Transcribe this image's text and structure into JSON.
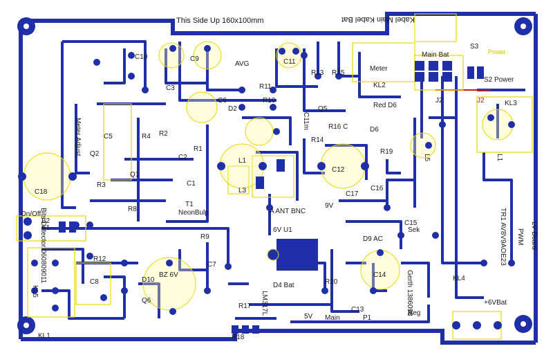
{
  "board": {
    "title": "This Side Up 160x100mm",
    "top_right": "Kabel Main Kabel Bat",
    "left_title": "Bits Detector 060809011",
    "meter_label": "Meter Adjust",
    "tr1_label": "TR1 AV8V9AOE23",
    "pwm_label": "PWM",
    "lv_label": "LV Board",
    "gerth_label": "Gerth 1386098",
    "kl4_label": "KL4",
    "u1_label": "LM317L",
    "kl1_label": "KL1",
    "r18_label": "R18",
    "onoff_label": "On/Off",
    "t1_label": "T1",
    "neon_label": "NeonBulp",
    "ant_label": "A ANT BNC",
    "main_bat_label": "Main Bat",
    "s3_label": "S3",
    "power_top": "Power",
    "s2_power": "S2 Power",
    "meter_label_kl2": "Meter",
    "kl2_label": "KL2",
    "red_label": "Red D6",
    "j2_label": "J2",
    "l1_label": "L1",
    "l5_label": "L5",
    "kl3_label": "KL3",
    "bat6v_label": "+6VBat",
    "sek_label": "Sek",
    "c10_label": "C10",
    "c9_label": "C9",
    "c11_label": "C11",
    "avg_label": "AVG",
    "c6_label": "C6",
    "c3_label": "C3",
    "c18_label": "C18",
    "c12_label": "C12",
    "bz_label": "BZ 6V",
    "c13_label": "C13",
    "c14_label": "C14",
    "c17_label": "C17",
    "c16_label": "C16",
    "c15_label": "C15",
    "v9_label": "9V",
    "u1_volt_label": "6V U1",
    "c8_label": "C8",
    "d10_label": "D10",
    "q6_label": "Q6",
    "kl5_label": "KL5",
    "s1_label": "S1",
    "b2_label": "B2",
    "l1b_label": "L1",
    "l3_label": "L3",
    "r1_label": "R1",
    "r2_label": "R2",
    "r13_label": "R13",
    "r15_label": "R15",
    "r11_label": "R11",
    "r10_label": "R10",
    "d2_label": "D2",
    "r16_label": "R16 C",
    "r19_label": "R19",
    "c11m_label": "C11m",
    "r14_label": "R14",
    "q5_label": "Q5",
    "d6_label": "D6",
    "d4_label": "D4 Bat",
    "r20_label": "R20",
    "d9_label": "D9 AC",
    "reg_label": "Reg",
    "v5_label": "5V",
    "q2_label": "Q2",
    "r3_label": "R3",
    "r8_label": "R8",
    "q1_label": "Q1",
    "r4_label": "R4",
    "c5_label": "C5",
    "r9_label": "R9",
    "c7_label": "C7",
    "r12_label": "R12",
    "c2_label": "C2",
    "c1_label": "C1",
    "r17_label": "R17",
    "p1_label": "P1",
    "main_label": "Main"
  }
}
